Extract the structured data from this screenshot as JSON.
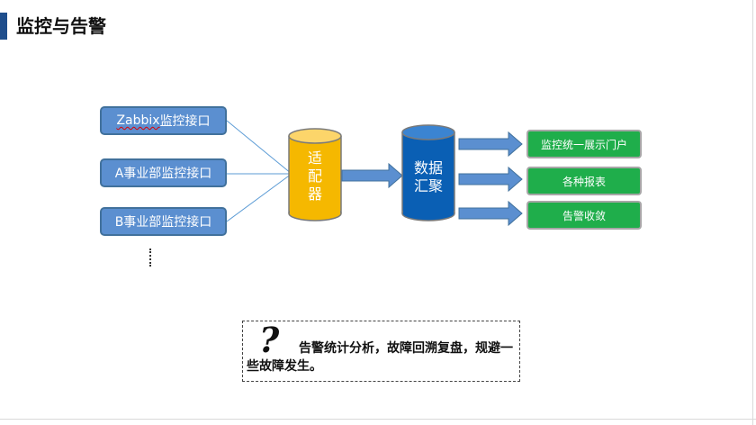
{
  "title": "监控与告警",
  "sources": [
    {
      "prefix": "Zabbix",
      "suffix": "监控接口"
    },
    {
      "prefix": "",
      "suffix": "A事业部监控接口"
    },
    {
      "prefix": "",
      "suffix": "B事业部监控接口"
    }
  ],
  "adapter": {
    "line1": "适",
    "line2": "配",
    "line3": "器"
  },
  "aggregator": {
    "line1": "数据",
    "line2": "汇聚"
  },
  "outputs": [
    {
      "label": "监控统一展示门户"
    },
    {
      "label": "各种报表"
    },
    {
      "label": "告警收敛"
    }
  ],
  "note": {
    "mark": "?",
    "text": "告警统计分析，故障回溯复盘，规避一些故障发生。"
  },
  "colors": {
    "source_fill": "#5b8fd0",
    "adapter_fill": "#f5b800",
    "aggregator_fill": "#0a5fb4",
    "arrow_fill": "#5b8fd0",
    "output_fill": "#1fae4b",
    "title_accent": "#1f4e8c"
  }
}
